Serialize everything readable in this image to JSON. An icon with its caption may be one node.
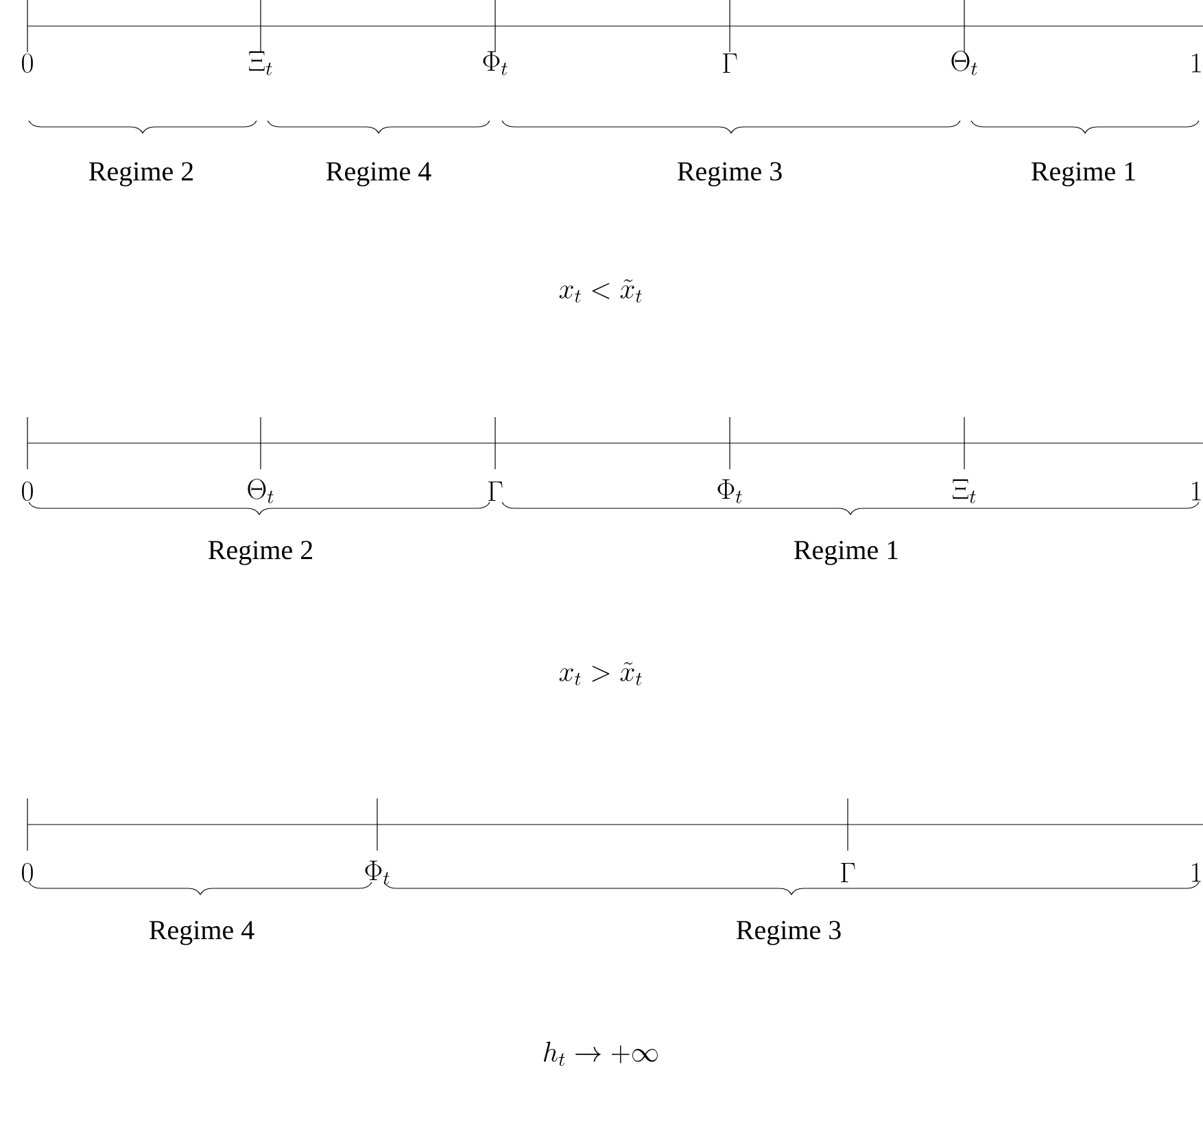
{
  "diagram": {
    "labels": [
      "0",
      "\\Xi_t",
      "\\Phi_t",
      "\\Gamma",
      "\\Theta_t",
      "1",
      "Regime 2",
      "Regime 4",
      "Regime 3",
      "Regime 1",
      "x_t < \\tilde{x}_t",
      "0",
      "\\Theta_t",
      "\\Gamma",
      "\\Phi_t",
      "\\Xi_t",
      "1",
      "Regime 2",
      "Regime 1",
      "x_t > \\tilde{x}_t",
      "0",
      "\\Phi_t",
      "\\Gamma",
      "1",
      "Regime 4",
      "Regime 3",
      "h_t \\to +\\infty"
    ]
  }
}
